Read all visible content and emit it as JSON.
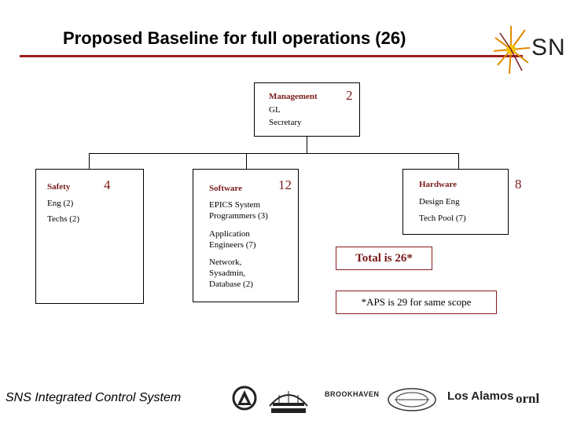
{
  "title": "Proposed Baseline for full operations (26)",
  "brand_logo_text": "SNS",
  "org": {
    "management": {
      "heading": "Management",
      "lines": [
        "GL",
        "Secretary"
      ],
      "count": "2"
    },
    "safety": {
      "heading": "Safety",
      "count": "4",
      "lines": [
        "Eng (2)",
        "Techs (2)"
      ]
    },
    "software": {
      "heading": "Software",
      "count": "12",
      "lines": [
        "EPICS System",
        "Programmers (3)",
        "Application",
        "Engineers (7)",
        "Network,",
        "Sysadmin,",
        "Database (2)"
      ]
    },
    "hardware": {
      "heading": "Hardware",
      "count": "8",
      "lines": [
        "Design Eng",
        "Tech Pool (7)"
      ]
    }
  },
  "total_label": "Total is 26*",
  "aps_note": "*APS is 29 for same scope",
  "footer_title": "SNS Integrated Control System",
  "partner_logos": [
    "BROOKHAVEN",
    "Los Alamos",
    "ornl"
  ],
  "colors": {
    "accent": "#9b1d1d",
    "heading": "#7a1b1b"
  }
}
